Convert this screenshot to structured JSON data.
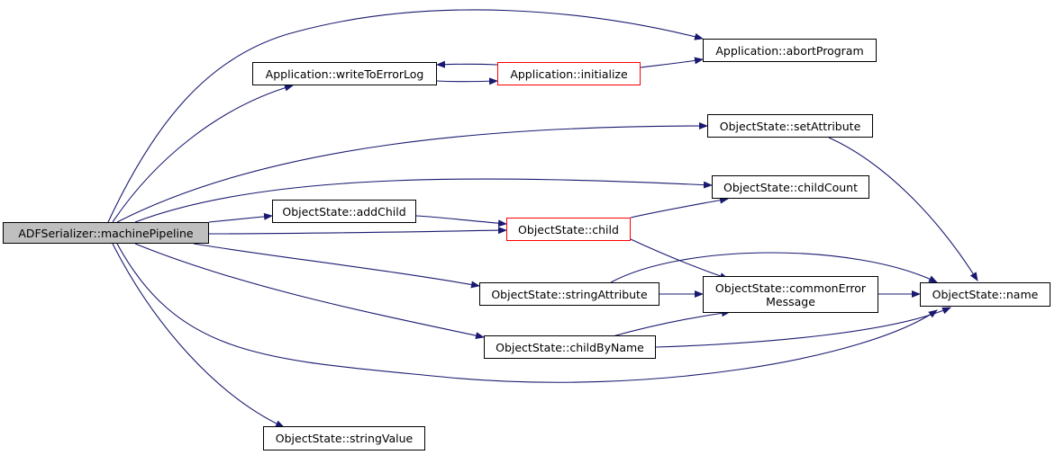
{
  "colors": {
    "edge": "#191970",
    "root_fill": "#bfbfbf",
    "normal_border": "#000000",
    "truncated_border": "#ff0000"
  },
  "nodes": {
    "root": "ADFSerializer::machinePipeline",
    "write_to_error_log": "Application::writeToErrorLog",
    "initialize": "Application::initialize",
    "abort_program": "Application::abortProgram",
    "set_attribute": "ObjectState::setAttribute",
    "child_count": "ObjectState::childCount",
    "add_child": "ObjectState::addChild",
    "child": "ObjectState::child",
    "string_attribute": "ObjectState::stringAttribute",
    "common_error_message": "ObjectState::commonError\nMessage",
    "name": "ObjectState::name",
    "child_by_name": "ObjectState::childByName",
    "string_value": "ObjectState::stringValue"
  }
}
